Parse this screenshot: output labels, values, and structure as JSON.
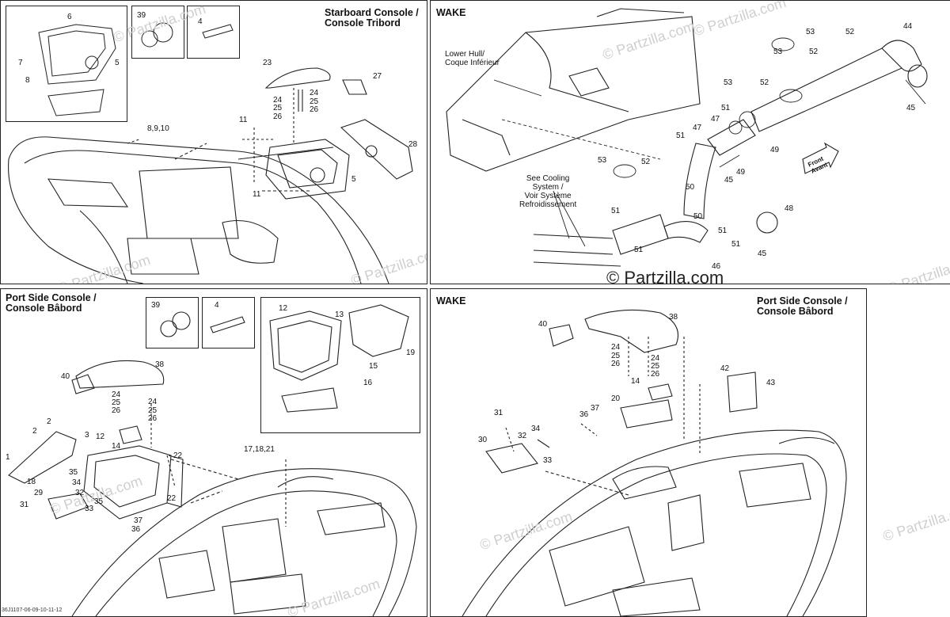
{
  "panels": {
    "top_left": {
      "title_line1": "Starboard Console /",
      "title_line2": "Console Tribord",
      "callouts": [
        "6",
        "7",
        "8",
        "5",
        "39",
        "4",
        "23",
        "27",
        "24",
        "25",
        "24",
        "25",
        "26",
        "26",
        "11",
        "28",
        "5",
        "11",
        "8,9,10"
      ]
    },
    "top_right": {
      "title": "WAKE",
      "lower_hull_line1": "Lower Hull/",
      "lower_hull_line2": "Coque Inférieur",
      "cooling_line1": "See Cooling",
      "cooling_line2": "System /",
      "cooling_line3": "Voir Système",
      "cooling_line4": "Refroidissement",
      "front_line1": "Front",
      "front_line2": "Avant",
      "callouts": [
        "53",
        "52",
        "44",
        "53",
        "52",
        "53",
        "52",
        "45",
        "51",
        "47",
        "47",
        "51",
        "49",
        "53",
        "52",
        "49",
        "45",
        "50",
        "48",
        "51",
        "50",
        "51",
        "51",
        "46",
        "45",
        "51"
      ]
    },
    "bottom_left": {
      "title_line1": "Port Side Console /",
      "title_line2": "Console Bâbord",
      "callouts": [
        "39",
        "4",
        "12",
        "13",
        "19",
        "15",
        "16",
        "38",
        "40",
        "24",
        "25",
        "26",
        "24",
        "25",
        "26",
        "2",
        "2",
        "3",
        "12",
        "14",
        "1",
        "18",
        "35",
        "34",
        "32",
        "29",
        "31",
        "33",
        "35",
        "37",
        "36",
        "17,18,21",
        "22",
        "22"
      ]
    },
    "bottom_right": {
      "title": "WAKE",
      "subtitle_line1": "Port Side Console /",
      "subtitle_line2": "Console Bâbord",
      "callouts": [
        "40",
        "38",
        "24",
        "25",
        "26",
        "24",
        "25",
        "26",
        "42",
        "43",
        "14",
        "20",
        "37",
        "36",
        "31",
        "32",
        "34",
        "30",
        "33"
      ]
    }
  },
  "watermark": "© Partzilla.com",
  "watermark_strong": "© Partzilla.com",
  "drawing_code": "36J1107-06-09-10-11-12"
}
